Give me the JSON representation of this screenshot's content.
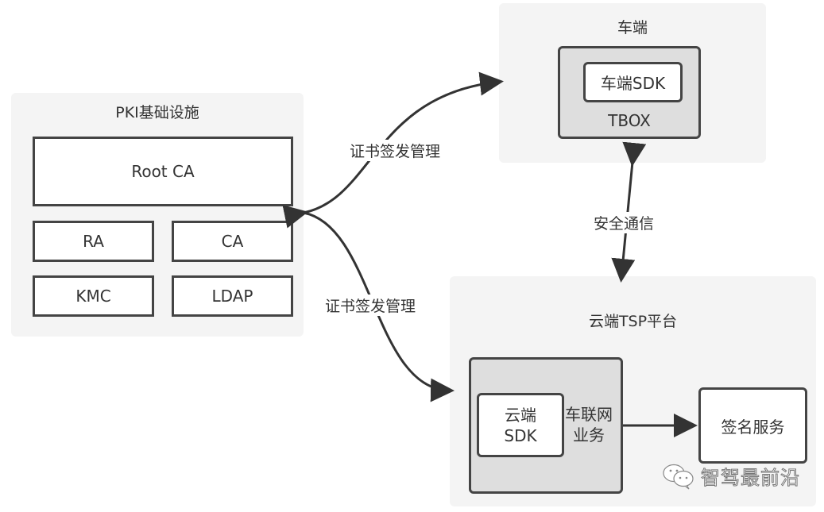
{
  "pki": {
    "title": "PKI基础设施",
    "root_ca": "Root CA",
    "ra": "RA",
    "ca": "CA",
    "kmc": "KMC",
    "ldap": "LDAP"
  },
  "vehicle": {
    "title": "车端",
    "sdk": "车端SDK",
    "tbox": "TBOX"
  },
  "cloud": {
    "title": "云端TSP平台",
    "sdk_line1": "云端",
    "sdk_line2": "SDK",
    "business_line1": "车联网",
    "business_line2": "业务",
    "signing": "签名服务"
  },
  "edges": {
    "cert_mgmt_top": "证书签发管理",
    "cert_mgmt_bottom": "证书签发管理",
    "secure_comm": "安全通信"
  },
  "watermark": {
    "icon": "wechat-icon",
    "text": "智驾最前沿"
  },
  "colors": {
    "group_bg": "#f4f4f4",
    "container_bg": "#dedede",
    "stroke": "#444444",
    "text": "#333333"
  }
}
